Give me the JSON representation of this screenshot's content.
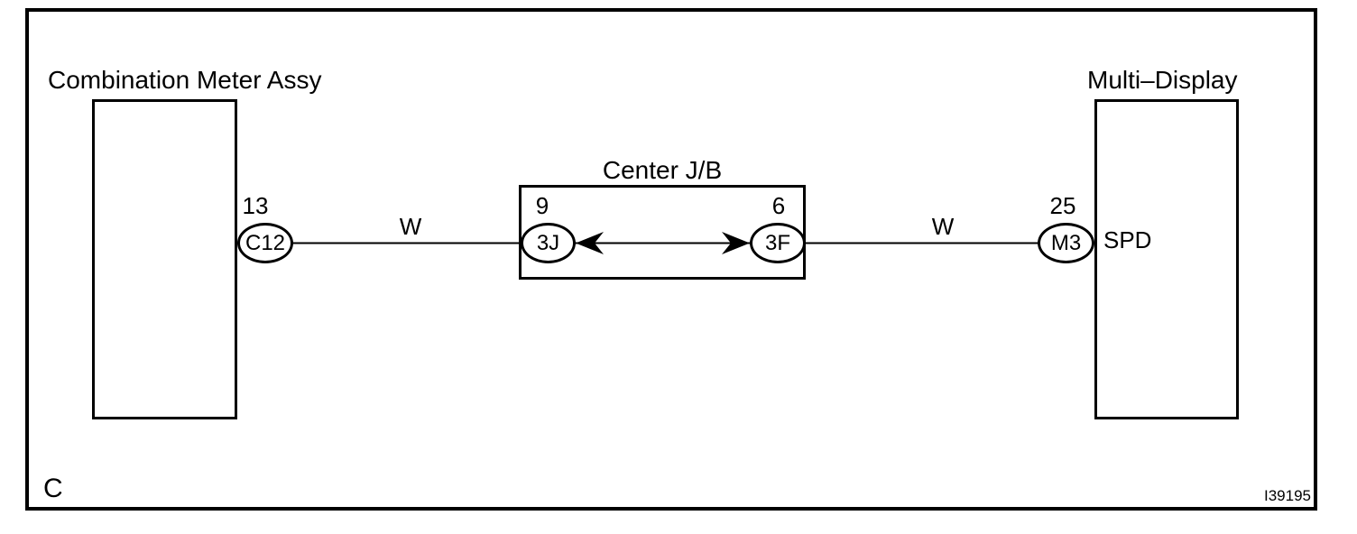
{
  "page": {
    "background_color": "#ffffff",
    "line_color": "#000000"
  },
  "diagram": {
    "corner_label": "C",
    "figure_code": "I39195",
    "left_component": {
      "label": "Combination Meter Assy",
      "connector": {
        "pin": "13",
        "code": "C12"
      }
    },
    "junction": {
      "label": "Center J/B",
      "left_connector": {
        "pin": "9",
        "code": "3J"
      },
      "right_connector": {
        "pin": "6",
        "code": "3F"
      }
    },
    "right_component": {
      "label": "Multi–Display",
      "connector": {
        "pin": "25",
        "code": "M3"
      },
      "signal_label": "SPD"
    },
    "wire_left": {
      "color_code": "W"
    },
    "wire_right": {
      "color_code": "W"
    }
  }
}
